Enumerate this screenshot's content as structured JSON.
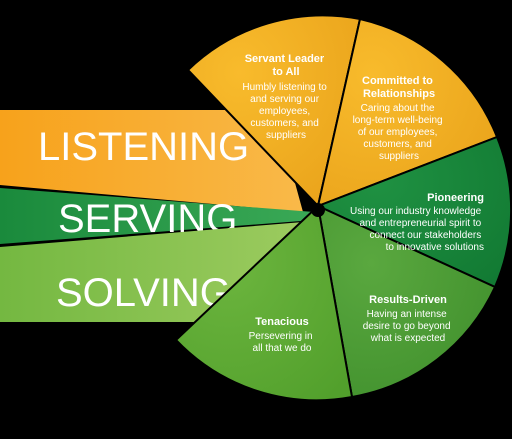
{
  "bands": [
    {
      "label": "LISTENING",
      "color": "#f7a21b",
      "highlight": "#f9b949"
    },
    {
      "label": "SERVING",
      "color": "#1a8a3c",
      "highlight": "#3aa956"
    },
    {
      "label": "SOLVING",
      "color": "#74b841",
      "highlight": "#9ccb5f"
    }
  ],
  "slices": [
    {
      "title_lines": [
        "Servant Leader",
        "to All"
      ],
      "body_lines": [
        "Humbly listening to",
        "and serving our",
        "employees,",
        "customers, and",
        "suppliers"
      ],
      "color": "#f8bb2c",
      "edge": "#e9a21a"
    },
    {
      "title_lines": [
        "Committed to",
        "Relationships"
      ],
      "body_lines": [
        "Caring about the",
        "long-term well-being",
        "of our employees,",
        "customers, and",
        "suppliers"
      ],
      "color": "#f8bb2c",
      "edge": "#e9a21a"
    },
    {
      "title_lines": [
        "Pioneering"
      ],
      "body_lines": [
        "Using our industry knowledge",
        "and entrepreneurial spirit to",
        "connect our stakeholders",
        "to innovative solutions"
      ],
      "color": "#1f9142",
      "edge": "#127a33"
    },
    {
      "title_lines": [
        "Results-Driven"
      ],
      "body_lines": [
        "Having an intense",
        "desire to go beyond",
        "what is expected"
      ],
      "color": "#5aa83f",
      "edge": "#3f8f2c"
    },
    {
      "title_lines": [
        "Tenacious"
      ],
      "body_lines": [
        "Persevering in",
        "all that we do"
      ],
      "color": "#6cb53e",
      "edge": "#52a02c"
    }
  ]
}
